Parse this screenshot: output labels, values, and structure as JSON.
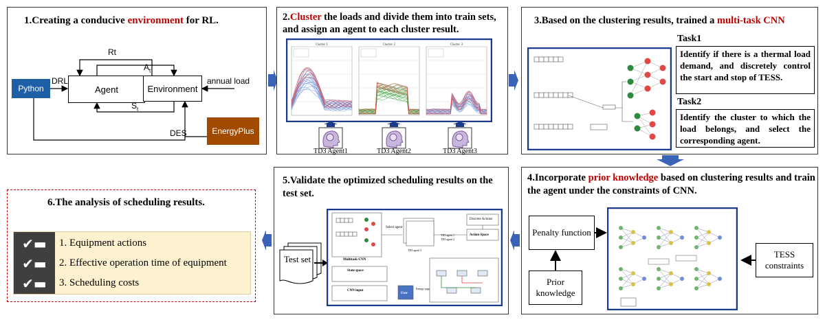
{
  "colors": {
    "red": "#c00000",
    "python": "#1f5fa8",
    "energyplus": "#a04a00",
    "navy": "#1a3b8c",
    "arrow": "#3a63b8",
    "tan": "#fdf1cf",
    "dark": "#3f3f3f"
  },
  "step1": {
    "title_pre": "1.Creating a conducive ",
    "title_red": "environment",
    "title_post": " for RL.",
    "python": "Python",
    "drl": "DRL",
    "agent": "Agent",
    "environment": "Environment",
    "rt": "Rt",
    "at": "A",
    "at_sub": "t",
    "st": "S",
    "st_sub": "t",
    "annual_load": "annual load",
    "des": "DES",
    "energyplus": "EnergyPlus"
  },
  "step2": {
    "title_red": "Cluster",
    "title_rest": " the loads and divide them into train sets, and assign an agent to each cluster result.",
    "agents": [
      "TD3 Agent1",
      "TD3 Agent2",
      "TD3 Agent3"
    ],
    "plot_titles": [
      "Cluster 1",
      "Cluster 2",
      "Cluster 3"
    ]
  },
  "step3": {
    "title_pre": "3.Based on the clustering results, trained a ",
    "title_red": "multi-task CNN",
    "task1_title": "Task1",
    "task1_text": "Identify if there is a thermal load demand, and discretely control the start and stop of TESS.",
    "task2_title": "Task2",
    "task2_text": "Identify the cluster to which the load belongs, and select the corresponding agent."
  },
  "step4": {
    "title_pre": "4.Incorporate ",
    "title_red": "prior knowledge",
    "title_post": " based on clustering results and train the agent under the constraints of CNN.",
    "penalty": "Penalty function",
    "prior": "Prior knowledge",
    "tess": "TESS constraints"
  },
  "step5": {
    "title": "5.Validate the optimized scheduling results on the test set.",
    "test_set": "Test set",
    "multitask": "Multitask-CNN",
    "select_agent": "Select agent",
    "discrete": "Discrete Actions",
    "action_space": "Action Space",
    "state_space": "State space",
    "cnn_input": "CNN input",
    "user": "User",
    "energy_supply": "Energy supply",
    "td3_1": "TD3 agent 1",
    "td3_2": "TD3 agent 2",
    "td3_3": "TD3 agent 3"
  },
  "step6": {
    "title": "6.The analysis of scheduling results.",
    "items": [
      "1. Equipment actions",
      "2. Effective operation time of equipment",
      "3. Scheduling costs"
    ]
  }
}
